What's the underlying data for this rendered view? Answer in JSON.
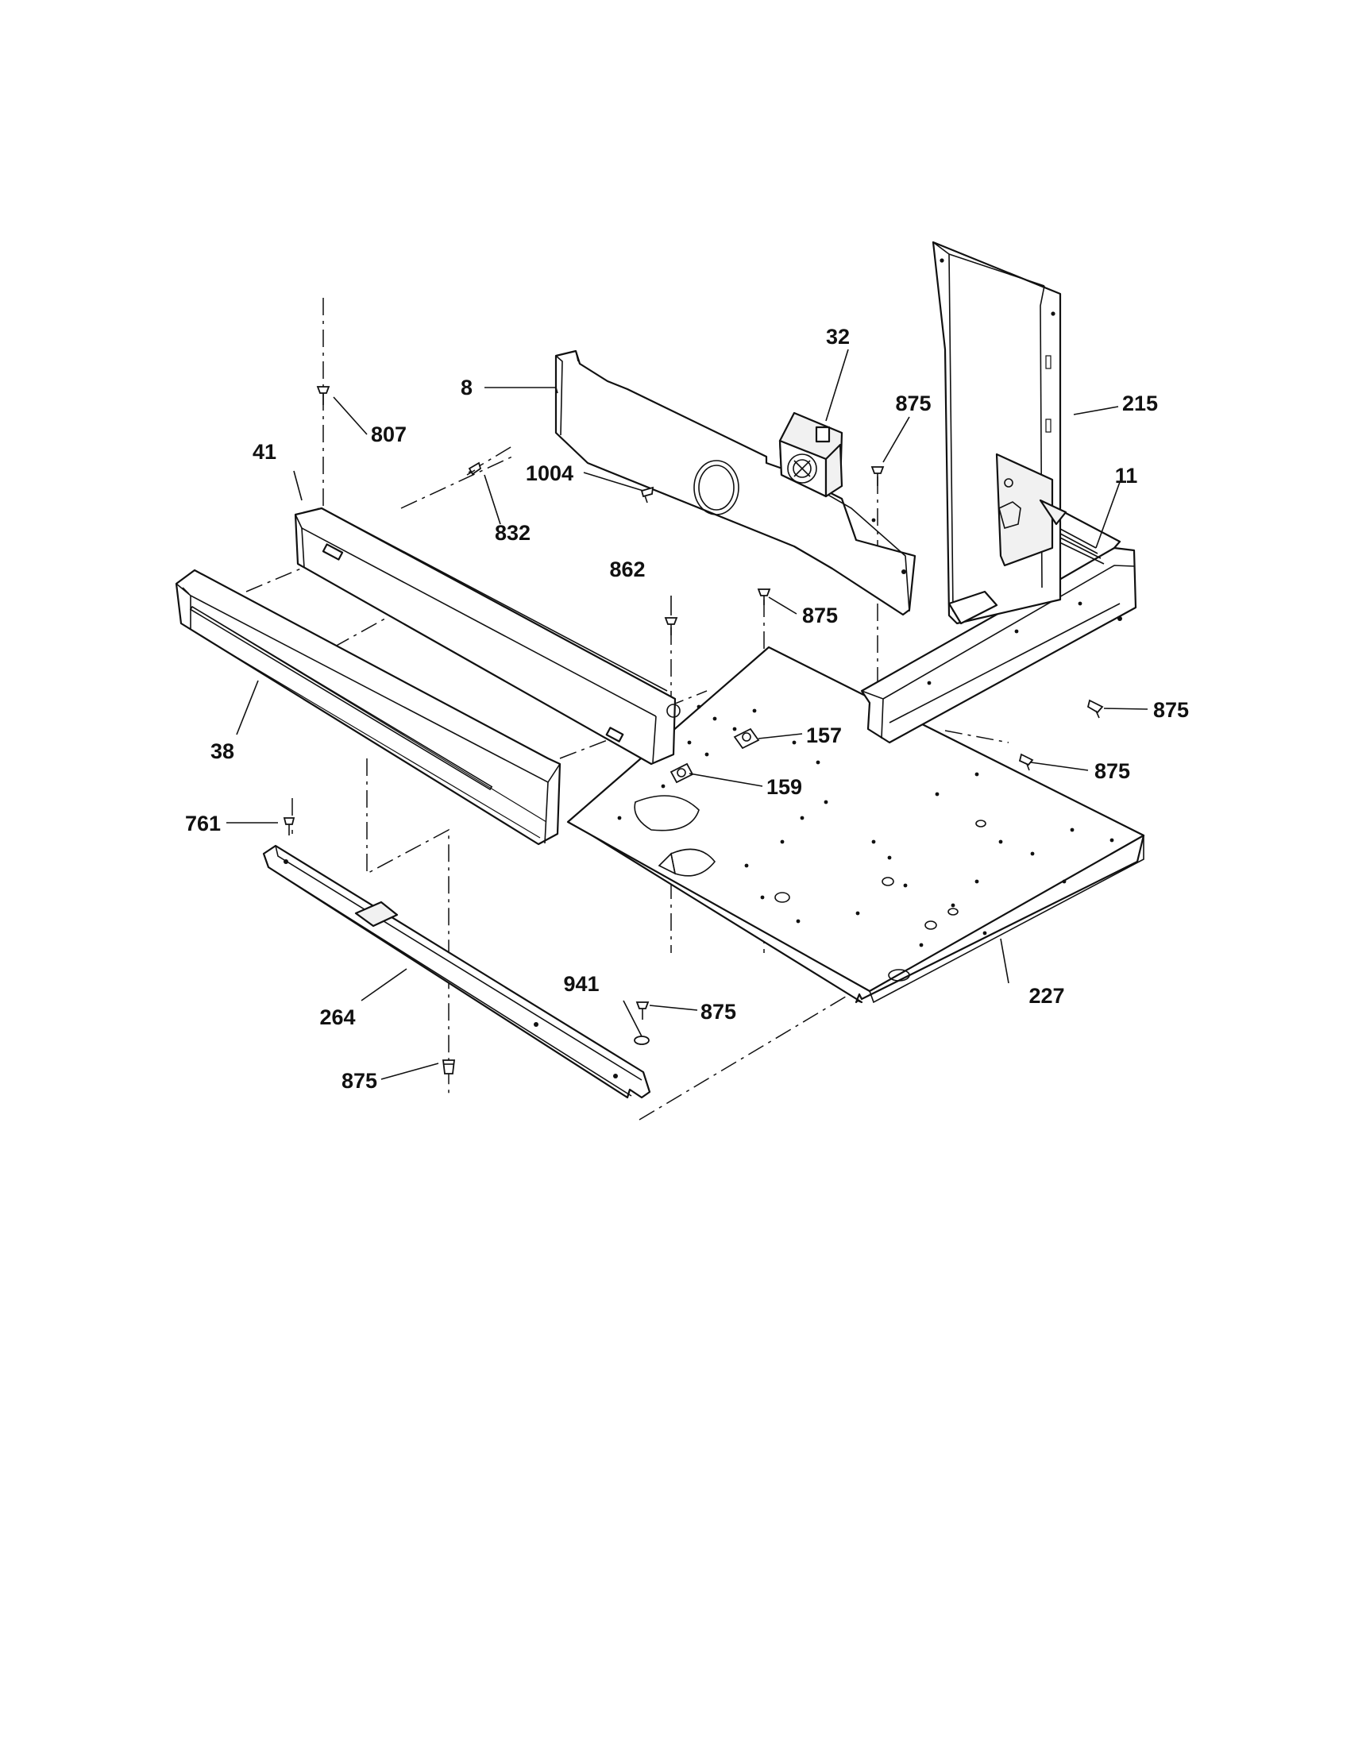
{
  "callouts": {
    "c8": "8",
    "c32": "32",
    "c875_top": "875",
    "c215": "215",
    "c807": "807",
    "c41": "41",
    "c1004": "1004",
    "c832": "832",
    "c11": "11",
    "c862": "862",
    "c875_mid": "875",
    "c875_right1": "875",
    "c157": "157",
    "c38": "38",
    "c875_right2": "875",
    "c159": "159",
    "c761": "761",
    "c941": "941",
    "c875_bottom": "875",
    "c227": "227",
    "c264": "264",
    "c875_left": "875"
  }
}
